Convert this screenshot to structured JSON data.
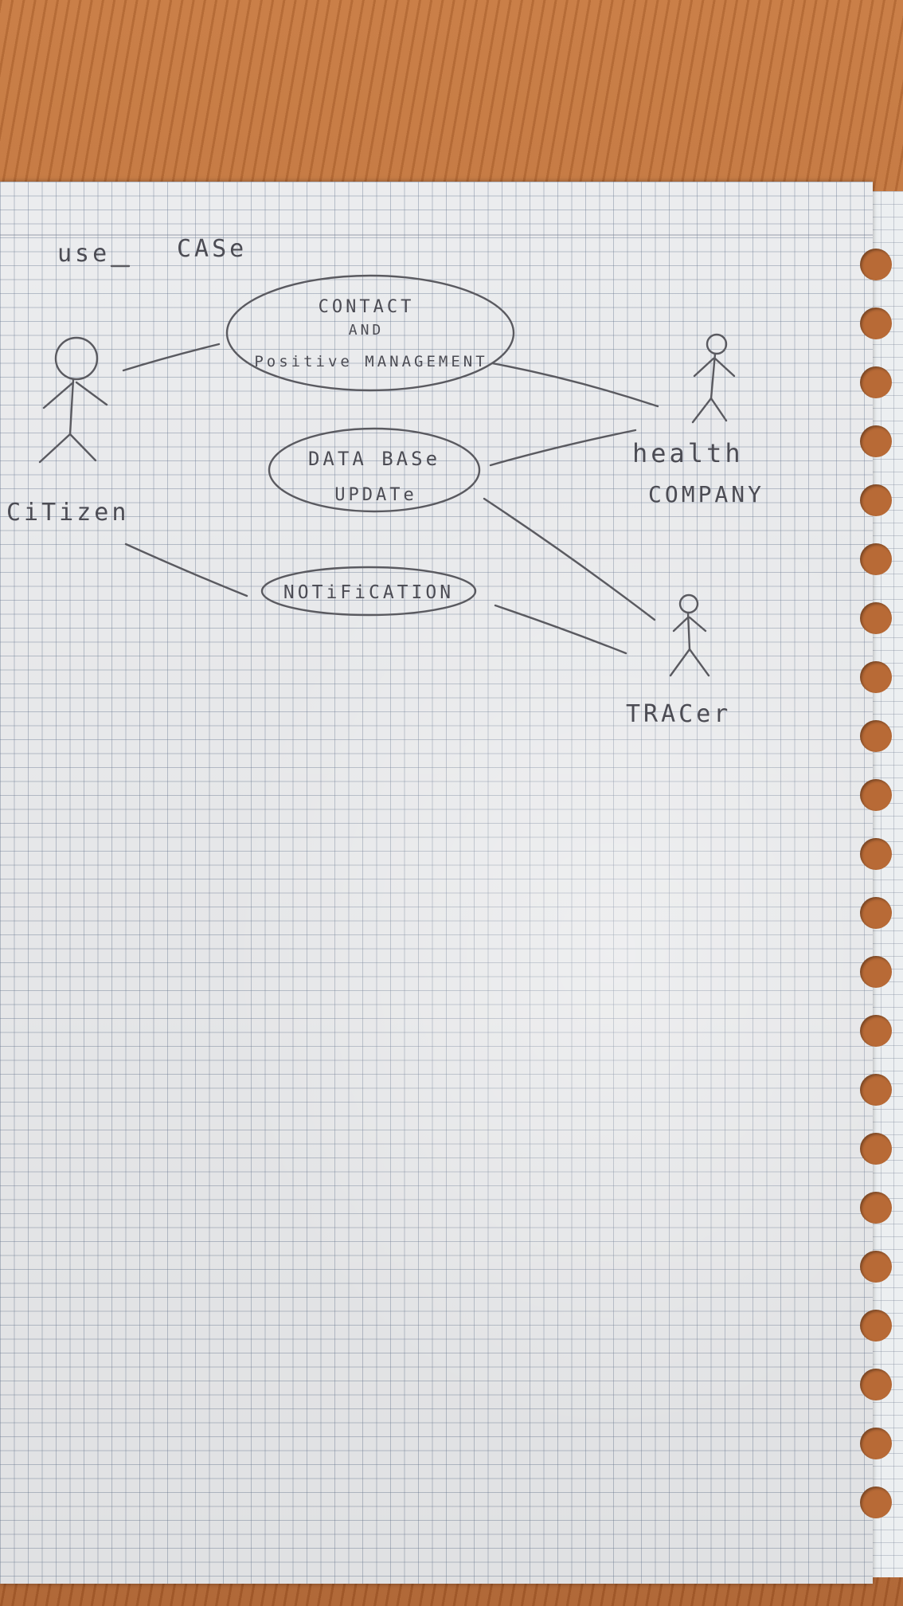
{
  "diagram": {
    "title": {
      "word1": "use",
      "word2": "CASe"
    },
    "actors": {
      "citizen": "CiTizen",
      "health_company_line1": "health",
      "health_company_line2": "COMPANY",
      "tracer": "TRACer"
    },
    "use_cases": {
      "contact_line1": "CONTACT",
      "contact_line2": "AND",
      "contact_line3": "Positive MANAGEMENT",
      "database_line1": "DATA  BASe",
      "database_line2": "UPDATe",
      "notification": "NOTiFiCATION"
    },
    "colors": {
      "pencil": "#5a5a60",
      "paper": "#f3f4f6",
      "grid": "#8593a8",
      "table": "#b86a36"
    }
  }
}
